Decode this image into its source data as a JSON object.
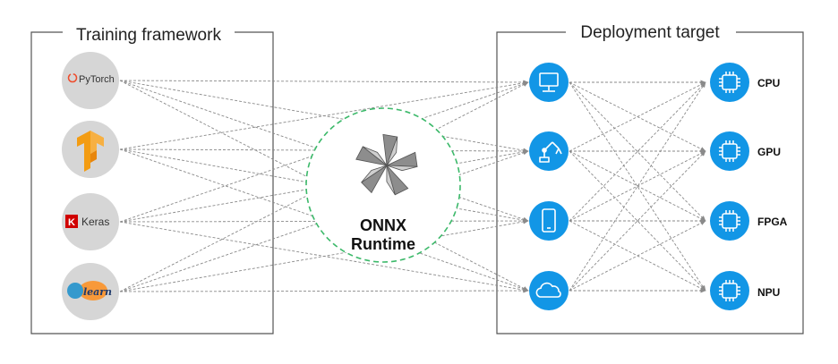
{
  "groups": {
    "training": {
      "title": "Training framework"
    },
    "deployment": {
      "title": "Deployment target"
    }
  },
  "frameworks": [
    {
      "id": "pytorch",
      "label": "PyTorch",
      "icon": "pytorch-logo"
    },
    {
      "id": "tensorflow",
      "label": "",
      "icon": "tensorflow-logo"
    },
    {
      "id": "keras",
      "label": "Keras",
      "badge": "K",
      "icon": "keras-logo"
    },
    {
      "id": "sklearn",
      "label": "learn",
      "icon": "scikit-learn-logo"
    }
  ],
  "runtime": {
    "line1": "ONNX",
    "line2": "Runtime",
    "icon": "onnx-logo"
  },
  "devices": [
    {
      "id": "desktop",
      "icon": "desktop-icon"
    },
    {
      "id": "robot",
      "icon": "robot-arm-icon"
    },
    {
      "id": "mobile",
      "icon": "mobile-icon"
    },
    {
      "id": "cloud",
      "icon": "cloud-icon"
    }
  ],
  "hardware": [
    {
      "id": "cpu",
      "label": "CPU",
      "icon": "chip-icon"
    },
    {
      "id": "gpu",
      "label": "GPU",
      "icon": "chip-icon"
    },
    {
      "id": "fpga",
      "label": "FPGA",
      "icon": "chip-icon"
    },
    {
      "id": "npu",
      "label": "NPU",
      "icon": "chip-icon"
    }
  ],
  "colors": {
    "accent": "#1296e6",
    "framework_circle": "#d6d6d6",
    "runtime_border": "#3cb96a",
    "connector": "#8a8a8a",
    "box_border": "#555555",
    "pytorch": "#ee4c2c",
    "tensorflow": "#f39c12",
    "keras": "#d00000",
    "sklearn_blue": "#3499cd",
    "sklearn_orange": "#f89939"
  }
}
